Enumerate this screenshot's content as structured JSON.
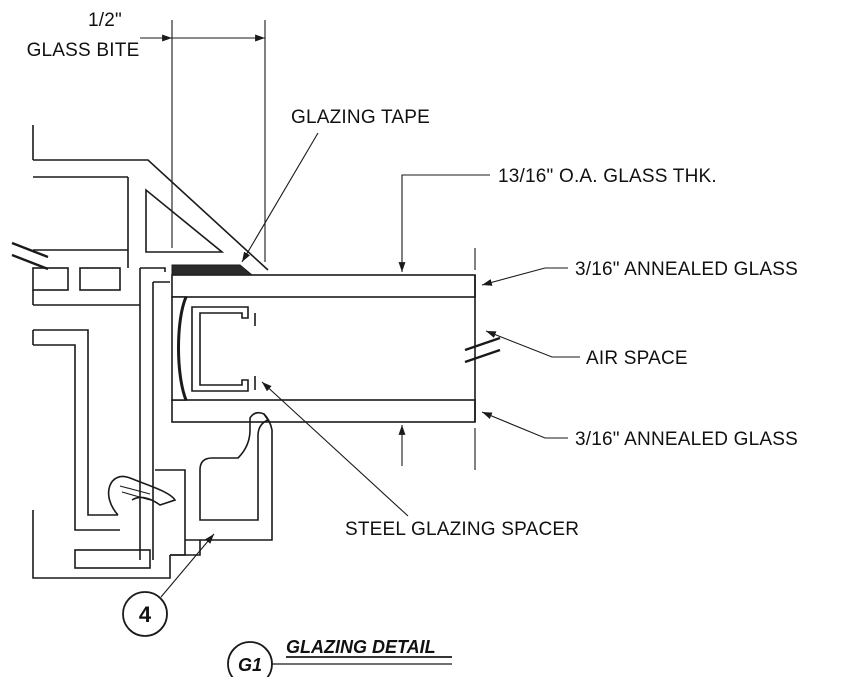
{
  "labels": {
    "glass_bite_value": "1/2\"",
    "glass_bite_text": "GLASS BITE",
    "glazing_tape": "GLAZING TAPE",
    "overall_thickness": "13/16\" O.A. GLASS THK.",
    "top_glass": "3/16\" ANNEALED GLASS",
    "air_space": "AIR SPACE",
    "bottom_glass": "3/16\" ANNEALED GLASS",
    "spacer": "STEEL GLAZING SPACER"
  },
  "callout": {
    "number": "4"
  },
  "title_block": {
    "detail_tag": "G1",
    "title": "GLAZING DETAIL"
  },
  "colors": {
    "ink": "#1a1a1a",
    "paper": "#ffffff"
  }
}
